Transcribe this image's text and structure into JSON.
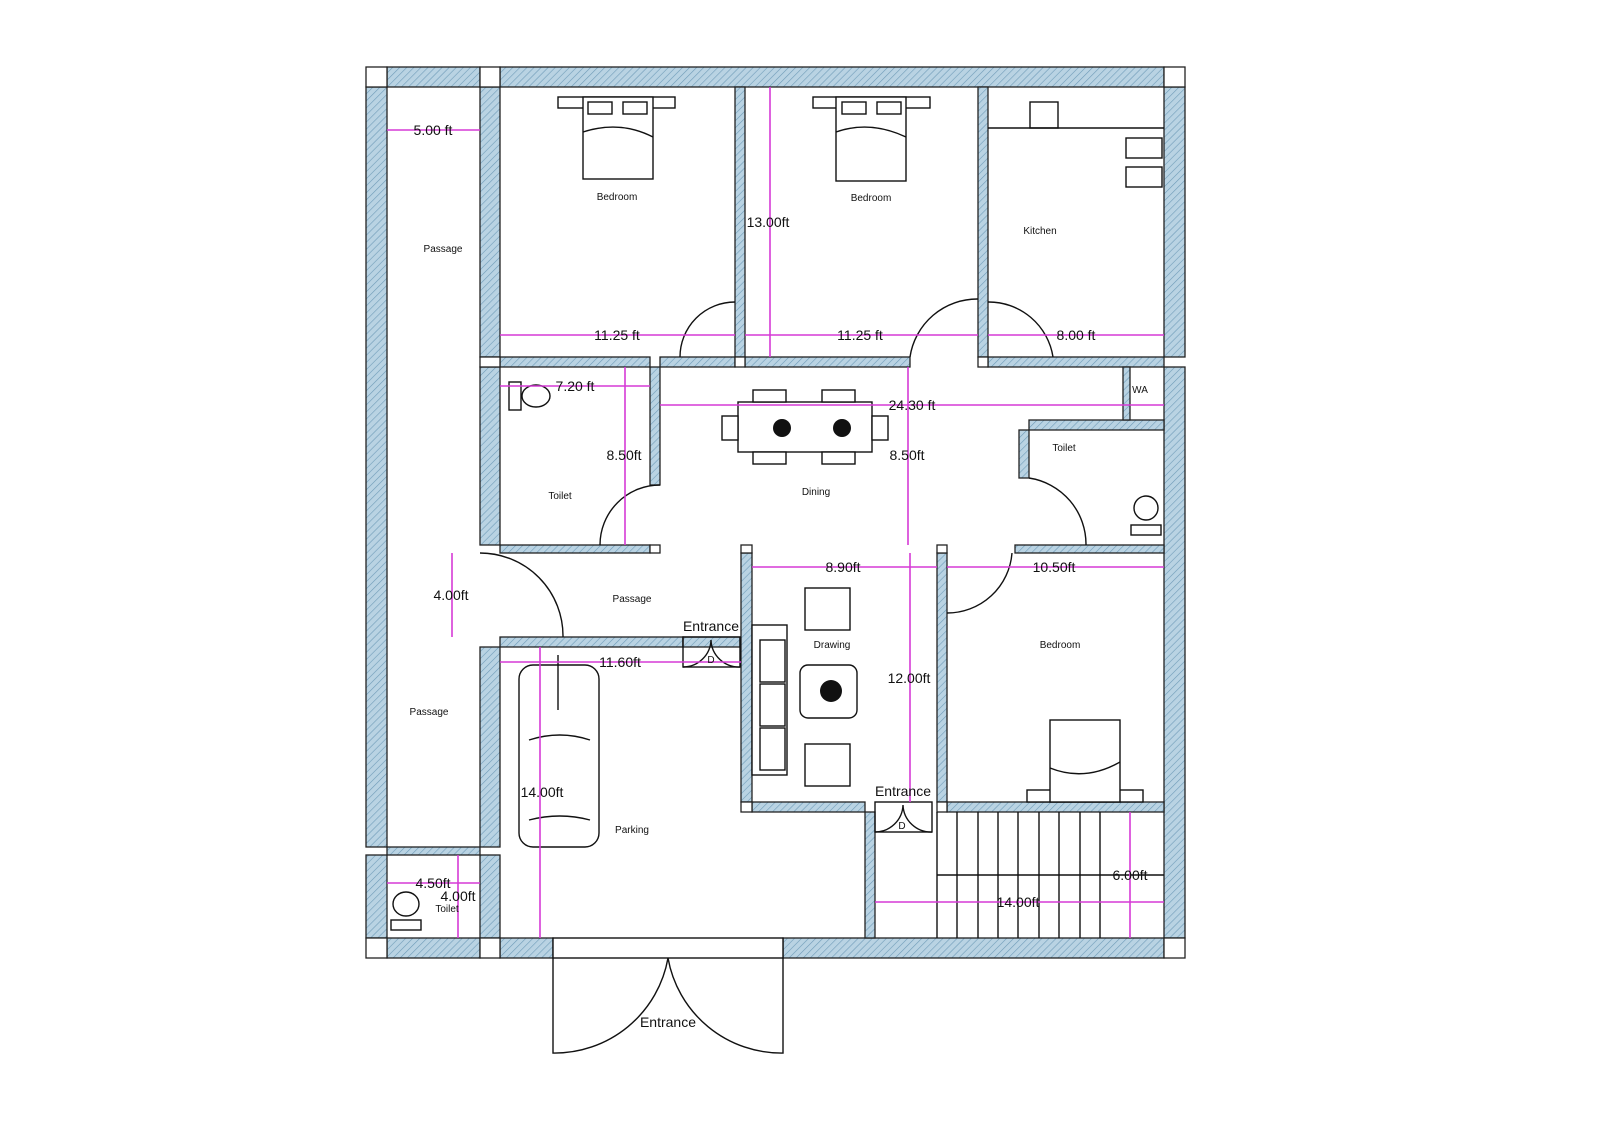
{
  "colors": {
    "wall_fill": "#b9d3e3",
    "dimension_line": "#d53ad5",
    "wall_edge_marker": "#3ddc3d"
  },
  "rooms": {
    "passage_top": "Passage",
    "passage_bottom": "Passage",
    "passage_middle": "Passage",
    "bedroom_1": "Bedroom",
    "bedroom_2": "Bedroom",
    "bedroom_3": "Bedroom",
    "kitchen": "Kitchen",
    "toilet_left": "Toilet",
    "toilet_right": "Toilet",
    "toilet_corner": "Toilet",
    "dining": "Dining",
    "drawing": "Drawing",
    "parking": "Parking",
    "wa": "WA"
  },
  "dimensions": {
    "passage_width": "5.00 ft",
    "bedroom_1_width": "11.25 ft",
    "bedroom_2_width": "11.25 ft",
    "bedroom_2_depth": "13.00ft",
    "kitchen_width": "8.00 ft",
    "toilet_left_width": "7.20 ft",
    "toilet_left_depth": "8.50ft",
    "dining_width": "24.30 ft",
    "dining_depth": "8.50ft",
    "passage_depth": "4.00ft",
    "drawing_width": "8.90ft",
    "drawing_depth": "12.00ft",
    "bedroom_3_width": "10.50ft",
    "parking_width": "11.60ft",
    "parking_depth": "14.00ft",
    "toilet_corner_width": "4.50ft",
    "toilet_corner_depth": "4.00ft",
    "stair_width": "14.00ft",
    "stair_depth": "6.00ft"
  },
  "entrances": {
    "drawing_side": "Entrance",
    "stair_side": "Entrance",
    "main": "Entrance",
    "door_mark_1": "D",
    "door_mark_2": "D"
  }
}
